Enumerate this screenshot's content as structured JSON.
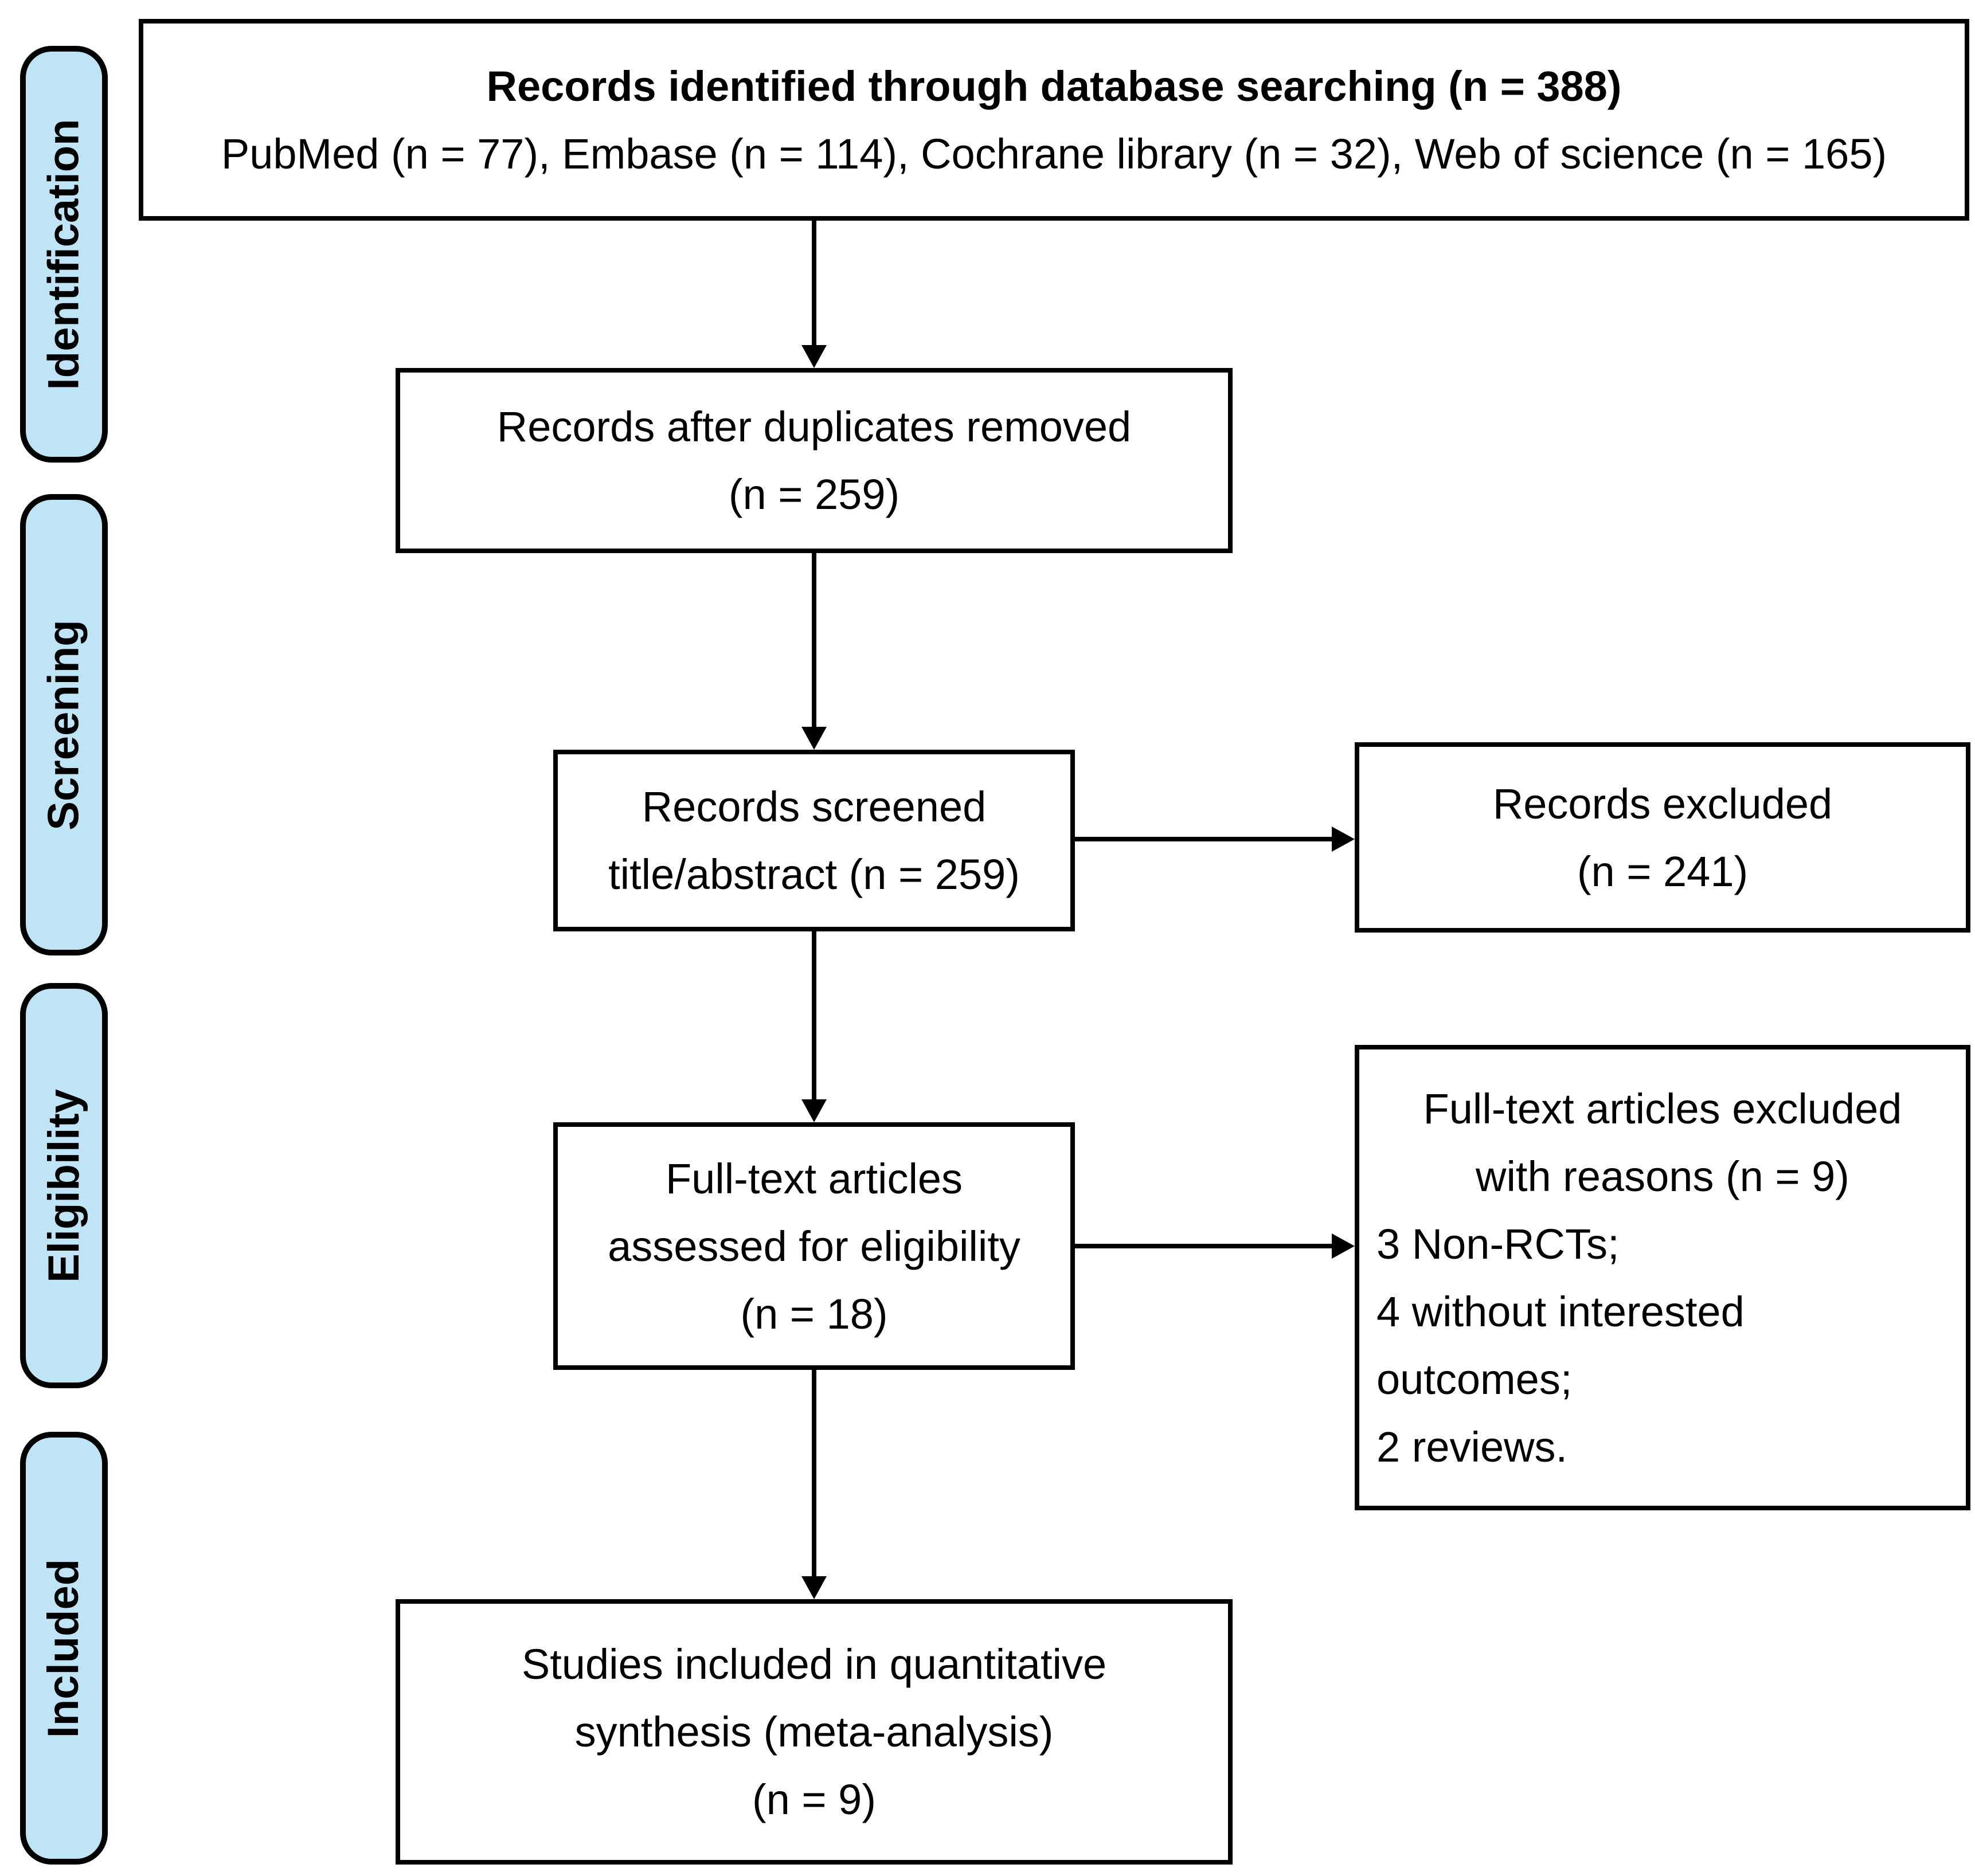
{
  "figure": {
    "kind": "prisma-flow-diagram",
    "colors": {
      "stage_fill": "#BEE4F6",
      "box_fill": "#FFFFFF",
      "line_and_border": "#000000",
      "text": "#000000"
    },
    "stages": [
      {
        "label": "Identification"
      },
      {
        "label": "Screening"
      },
      {
        "label": "Eligibility"
      },
      {
        "label": "Included"
      }
    ],
    "boxes": {
      "identified": {
        "lines": [
          "Records identified through database searching (n = 388)",
          "PubMed (n = 77), Embase (n = 114), Cochrane library (n = 32), Web of science (n = 165)"
        ]
      },
      "duplicates_removed": {
        "lines": [
          "Records after duplicates removed",
          "(n = 259)"
        ]
      },
      "screened": {
        "lines": [
          "Records screened",
          "title/abstract (n = 259)"
        ]
      },
      "records_excluded": {
        "lines": [
          "Records excluded",
          "(n = 241)"
        ]
      },
      "fulltext_assessed": {
        "lines": [
          "Full-text articles",
          "assessed for eligibility",
          "(n = 18)"
        ]
      },
      "fulltext_excluded": {
        "lines": [
          "Full-text articles excluded",
          "with reasons (n = 9)",
          "3 Non-RCTs;",
          "4 without interested",
          "outcomes;",
          "2 reviews."
        ]
      },
      "included_synthesis": {
        "lines": [
          "Studies included in quantitative",
          "synthesis (meta-analysis)",
          "(n = 9)"
        ]
      }
    }
  }
}
